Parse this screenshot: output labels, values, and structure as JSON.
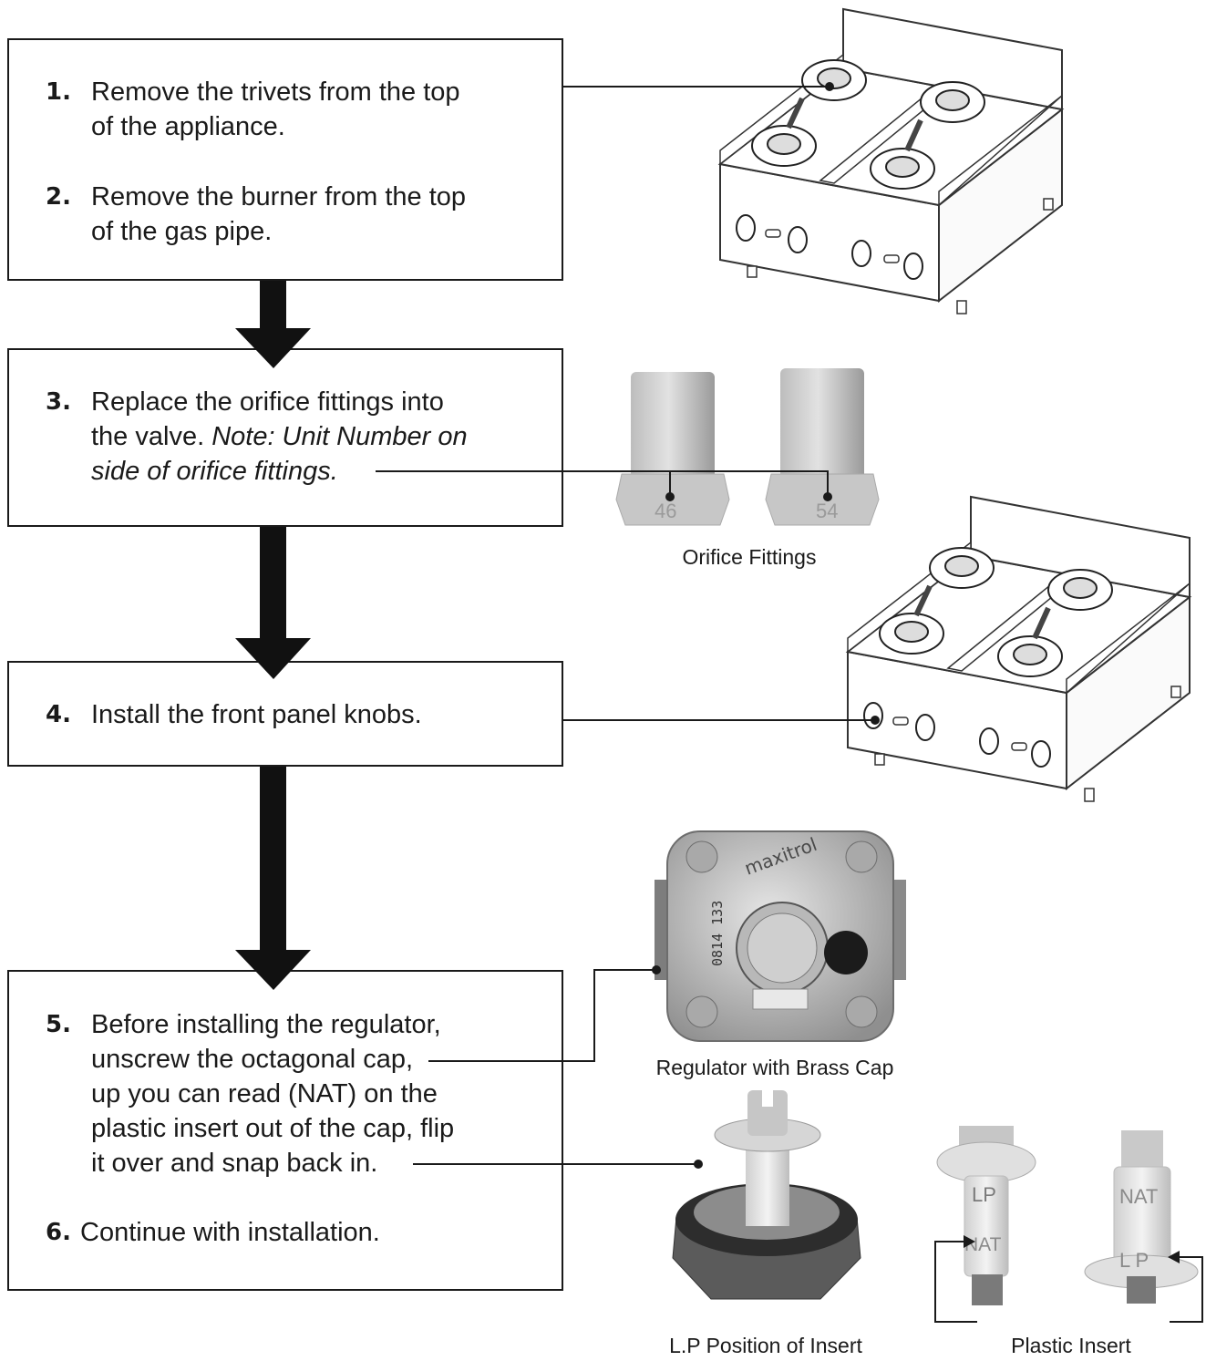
{
  "steps": [
    {
      "number": "1.",
      "lines": [
        "Remove the trivets from the top",
        "of the appliance."
      ]
    },
    {
      "number": "2.",
      "lines": [
        "Remove the burner from the top",
        "of the gas pipe."
      ]
    },
    {
      "number": "3.",
      "lines": [
        "Replace the orifice fittings into"
      ],
      "line2_normal": "the valve. ",
      "line2_italic": "Note: Unit Number on",
      "line3_italic": "side of orifice fittings."
    },
    {
      "number": "4.",
      "lines": [
        "Install the front panel knobs."
      ]
    },
    {
      "number": "5.",
      "lines": [
        "Before installing the regulator,",
        "unscrew the octagonal cap,",
        "up you can read (NAT) on the",
        "plastic insert out of the cap, flip",
        "it over and snap back in."
      ]
    },
    {
      "number": "6.",
      "lines": [
        "Continue with installation."
      ]
    }
  ],
  "captions": {
    "orifice": "Orifice Fittings",
    "regulator": "Regulator with Brass Cap",
    "lp_position": "L.P Position of Insert",
    "plastic_insert": "Plastic Insert"
  },
  "fitting_labels": {
    "left": "46",
    "right": "54"
  },
  "regulator_labels": {
    "brand": "maxitrol",
    "serial": "0814 133"
  },
  "insert_labels": {
    "lp": "LP",
    "nat": "NAT",
    "lp_right": "L P",
    "nat_right": "NAT"
  },
  "colors": {
    "line": "#1a1a1a",
    "arrow": "#111111"
  }
}
